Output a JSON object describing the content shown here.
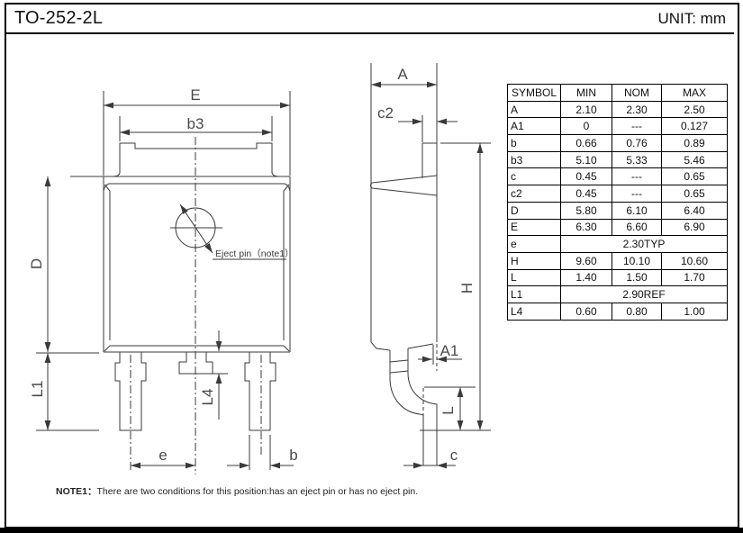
{
  "header": {
    "title": "TO-252-2L",
    "unit": "UNIT: mm"
  },
  "front_view": {
    "dims": {
      "E": "E",
      "b3": "b3",
      "D": "D",
      "L1": "L1",
      "L4": "L4",
      "e": "e",
      "b": "b"
    },
    "eject_pin_label": "Eject pin（note1）"
  },
  "side_view": {
    "dims": {
      "A": "A",
      "c2": "c2",
      "A1": "A1",
      "H": "H",
      "L": "L",
      "c": "c"
    }
  },
  "table": {
    "headers": [
      "SYMBOL",
      "MIN",
      "NOM",
      "MAX"
    ],
    "rows": [
      {
        "symbol": "A",
        "min": "2.10",
        "nom": "2.30",
        "max": "2.50"
      },
      {
        "symbol": "A1",
        "min": "0",
        "nom": "---",
        "max": "0.127"
      },
      {
        "symbol": "b",
        "min": "0.66",
        "nom": "0.76",
        "max": "0.89"
      },
      {
        "symbol": "b3",
        "min": "5.10",
        "nom": "5.33",
        "max": "5.46"
      },
      {
        "symbol": "c",
        "min": "0.45",
        "nom": "---",
        "max": "0.65"
      },
      {
        "symbol": "c2",
        "min": "0.45",
        "nom": "---",
        "max": "0.65"
      },
      {
        "symbol": "D",
        "min": "5.80",
        "nom": "6.10",
        "max": "6.40"
      },
      {
        "symbol": "E",
        "min": "6.30",
        "nom": "6.60",
        "max": "6.90"
      },
      {
        "symbol": "e",
        "span": "2.30TYP"
      },
      {
        "symbol": "H",
        "min": "9.60",
        "nom": "10.10",
        "max": "10.60"
      },
      {
        "symbol": "L",
        "min": "1.40",
        "nom": "1.50",
        "max": "1.70"
      },
      {
        "symbol": "L1",
        "span": "2.90REF"
      },
      {
        "symbol": "L4",
        "min": "0.60",
        "nom": "0.80",
        "max": "1.00"
      }
    ]
  },
  "note": {
    "label": "NOTE1：",
    "text": "There are two conditions for this position:has an eject pin or has no eject pin."
  },
  "colors": {
    "ink": "#111111",
    "line": "#3a3a3a",
    "background": "#ffffff"
  }
}
